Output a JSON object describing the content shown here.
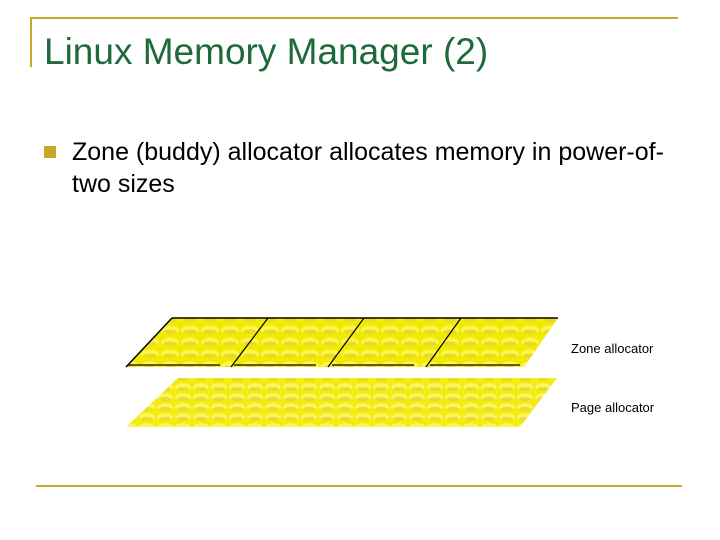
{
  "slide": {
    "title": "Linux Memory Manager (2)",
    "bullets": [
      {
        "text": "Zone (buddy) allocator allocates memory in power-of-two sizes"
      }
    ],
    "diagram": {
      "layers": [
        {
          "label": "Zone allocator",
          "blocks": 4
        },
        {
          "label": "Page allocator"
        }
      ]
    },
    "colors": {
      "title": "#1e6a3a",
      "accent": "#c8a82a",
      "layer_fill": "#f2ea00"
    }
  }
}
